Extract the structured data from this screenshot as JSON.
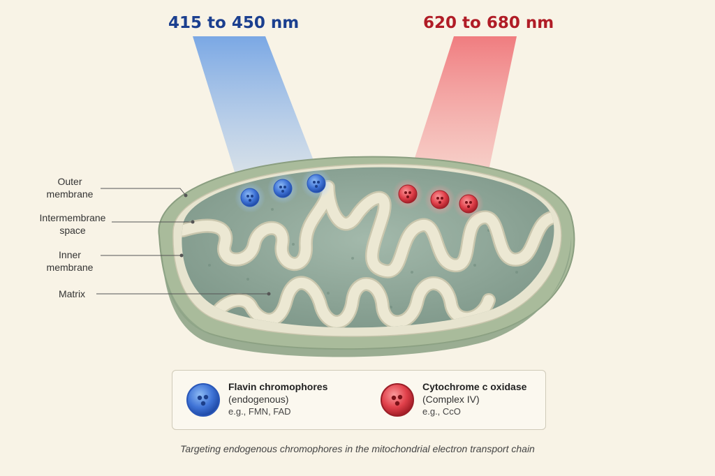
{
  "wavelengths": {
    "blue": "415 to 450 nm",
    "red": "620 to 680 nm"
  },
  "labels": {
    "outer_membrane": [
      "Outer",
      "membrane"
    ],
    "intermembrane_space": [
      "Intermembrane",
      "space"
    ],
    "inner_membrane": [
      "Inner",
      "membrane"
    ],
    "matrix": "Matrix"
  },
  "legend": {
    "flavin": {
      "title": "Flavin chromophores",
      "subtitle": "(endogenous)",
      "example": "e.g., FMN, FAD"
    },
    "cytochrome": {
      "title": "Cytochrome c oxidase",
      "subtitle": "(Complex IV)",
      "example": "e.g., CcO"
    }
  },
  "caption": "Targeting endogenous chromophores in the mitochondrial electron transport chain",
  "colors": {
    "blue_light": "#5b95e4",
    "red_light": "#ee5f66",
    "outer_shell": "#a9bb9b",
    "matrix": "#8fa89a",
    "inner_membrane": "#ece8d3",
    "background": "#f8f3e6"
  }
}
